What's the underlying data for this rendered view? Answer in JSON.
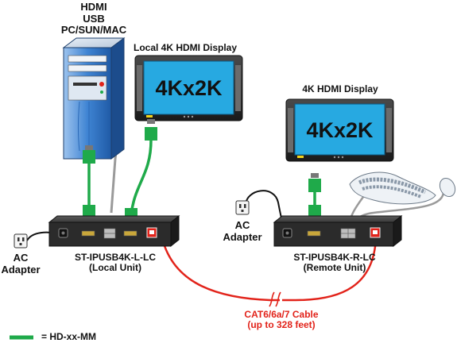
{
  "computer": {
    "line1": "HDMI",
    "line2": "USB",
    "line3": "PC/SUN/MAC"
  },
  "local_display": {
    "title": "Local 4K HDMI Display",
    "screen_text": "4Kx2K"
  },
  "remote_display": {
    "title": "4K HDMI Display",
    "screen_text": "4Kx2K"
  },
  "local_unit": {
    "model": "ST-IPUSB4K-L-LC",
    "role": "(Local Unit)"
  },
  "remote_unit": {
    "model": "ST-IPUSB4K-R-LC",
    "role": "(Remote Unit)"
  },
  "ac_adapter_left": {
    "line1": "AC",
    "line2": "Adapter"
  },
  "ac_adapter_right": {
    "line1": "AC",
    "line2": "Adapter"
  },
  "cable": {
    "line1": "CAT6/6a/7 Cable",
    "line2": "(up to 328 feet)"
  },
  "legend": {
    "text": "= HD-xx-MM"
  },
  "colors": {
    "hdmi_cable": "#1faa4a",
    "cat_cable": "#e2231a",
    "screen": "#27a9e1",
    "unit_body": "#2b2b2b",
    "tower": "#3d7cc9"
  }
}
